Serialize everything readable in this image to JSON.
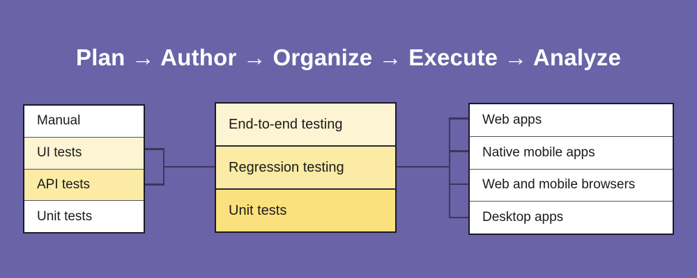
{
  "title": "Plan → Author → Organize → Execute → Analyze",
  "palette": {
    "background": "#6A63A7",
    "connector": "#3B3756",
    "title_text": "#FFFFFF",
    "box_text": "#1A1A1A",
    "box_border": "#1B1926",
    "yellow_light": "#FCF4D2",
    "yellow_medium": "#FBEBA4",
    "yellow_strong": "#FBE17D",
    "white": "#FFFFFF"
  },
  "boxes": {
    "test_types": {
      "rows": [
        {
          "label": "Manual",
          "bg": "#FFFFFF"
        },
        {
          "label": "UI tests",
          "bg": "#FCF4D2"
        },
        {
          "label": "API tests",
          "bg": "#FBEBA4"
        },
        {
          "label": "Unit tests",
          "bg": "#FFFFFF"
        }
      ]
    },
    "testing_kinds": {
      "rows": [
        {
          "label": "End-to-end testing",
          "bg": "#FCF4D2"
        },
        {
          "label": "Regression testing",
          "bg": "#FBEBA4"
        },
        {
          "label": "Unit tests",
          "bg": "#FBE17D"
        }
      ]
    },
    "platforms": {
      "rows": [
        {
          "label": "Web apps",
          "bg": "#FFFFFF"
        },
        {
          "label": "Native mobile apps",
          "bg": "#FFFFFF"
        },
        {
          "label": "Web and mobile browsers",
          "bg": "#FFFFFF"
        },
        {
          "label": "Desktop apps",
          "bg": "#FFFFFF"
        }
      ]
    }
  }
}
